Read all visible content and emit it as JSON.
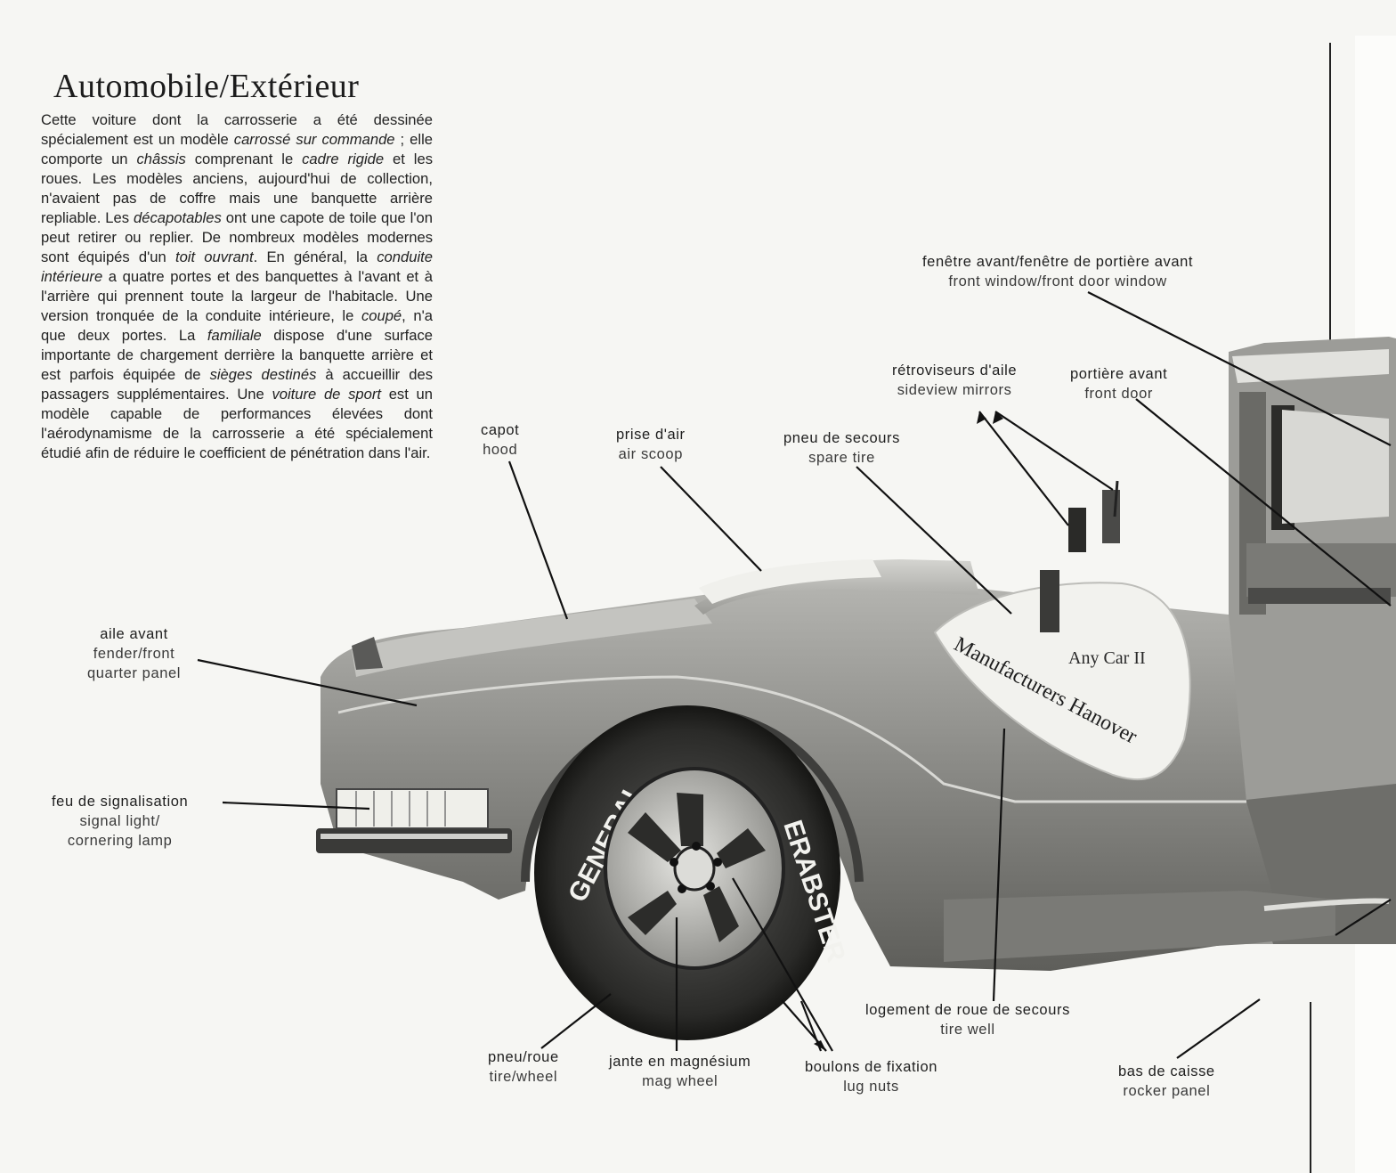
{
  "title": "Automobile/Extérieur",
  "intro": {
    "p1": "Cette voiture dont la carrosserie a été dessinée spécialement est un modèle ",
    "t1": "carrossé sur commande",
    "p2": " ; elle comporte un ",
    "t2": "châssis",
    "p3": " comprenant le ",
    "t3": "cadre rigide",
    "p4": " et les roues. Les modèles anciens, aujourd'hui de collection, n'avaient pas de coffre mais une banquette arrière repliable. Les ",
    "t4": "décapotables",
    "p5": " ont une capote de toile que l'on peut retirer ou replier. De nombreux modèles modernes sont équipés d'un ",
    "t5": "toit ouvrant",
    "p6": ". En général, la ",
    "t6": "conduite intérieure",
    "p7": " a quatre portes et des banquettes à l'avant et à l'arrière qui prennent toute la largeur de l'habitacle. Une version tronquée de la conduite intérieure, le ",
    "t7": "coupé",
    "p8": ", n'a que deux portes. La ",
    "t8": "familiale",
    "p9": " dispose d'une surface importante de chargement derrière la banquette arrière et est parfois équipée de ",
    "t9": "sièges destinés",
    "p10": " à accueillir des passagers supplémentaires. Une ",
    "t10": "voiture de sport",
    "p11": " est un modèle capable de performances élevées dont l'aérodynamisme de la carrosserie a été spécialement étudié afin de réduire le coefficient de pénétration dans l'air."
  },
  "car": {
    "tire_brand": "GENERAL",
    "tire_model": "ERABSTER",
    "spare_line1": "Any Car II",
    "spare_line2": "Manufacturers Hanover"
  },
  "labels": {
    "front_window": {
      "fr": "fenêtre avant/fenêtre de portière avant",
      "en": "front window/front door window"
    },
    "mirrors": {
      "fr": "rétroviseurs d'aile",
      "en": "sideview mirrors"
    },
    "front_door": {
      "fr": "portière avant",
      "en": "front door"
    },
    "hood": {
      "fr": "capot",
      "en": "hood"
    },
    "air_scoop": {
      "fr": "prise d'air",
      "en": "air scoop"
    },
    "spare_tire": {
      "fr": "pneu de secours",
      "en": "spare tire"
    },
    "fender": {
      "fr": "aile avant",
      "en1": "fender/front",
      "en2": "quarter panel"
    },
    "signal_light": {
      "fr": "feu de signalisation",
      "en1": "signal light/",
      "en2": "cornering lamp"
    },
    "tire_well": {
      "fr": "logement de roue de secours",
      "en": "tire well"
    },
    "tire_wheel": {
      "fr": "pneu/roue",
      "en": "tire/wheel"
    },
    "mag_wheel": {
      "fr": "jante en magnésium",
      "en": "mag wheel"
    },
    "lug_nuts": {
      "fr": "boulons de fixation",
      "en": "lug nuts"
    },
    "rocker_panel": {
      "fr": "bas de caisse",
      "en": "rocker panel"
    }
  }
}
